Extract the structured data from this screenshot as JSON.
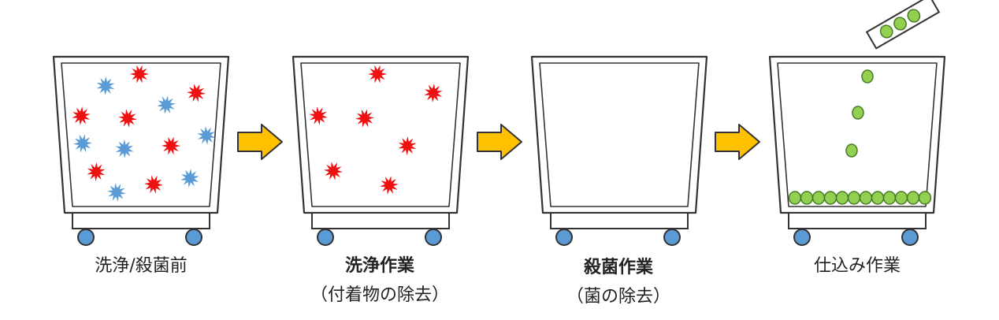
{
  "stages": [
    {
      "title": "洗浄/殺菌前",
      "subtitle": "",
      "bold": false
    },
    {
      "title": "洗浄作業",
      "subtitle": "（付着物の除去）",
      "bold": true
    },
    {
      "title": "殺菌作業",
      "subtitle": "（菌の除去）",
      "bold": true
    },
    {
      "title": "仕込み作業",
      "subtitle": "",
      "bold": false
    }
  ],
  "colors": {
    "outline": "#333333",
    "wheel": "#5b9bd5",
    "arrow_fill": "#ffc000",
    "arrow_stroke": "#333333",
    "germ_red": "#ee1111",
    "germ_blue": "#5b9bd5",
    "bean_fill": "#92d050",
    "bean_stroke": "#4a7a2a"
  },
  "icons": {
    "vat": "vat-icon",
    "arrow": "arrow-right-icon",
    "germ": "germ-icon",
    "bean": "bean-icon",
    "chute": "chute-icon"
  }
}
